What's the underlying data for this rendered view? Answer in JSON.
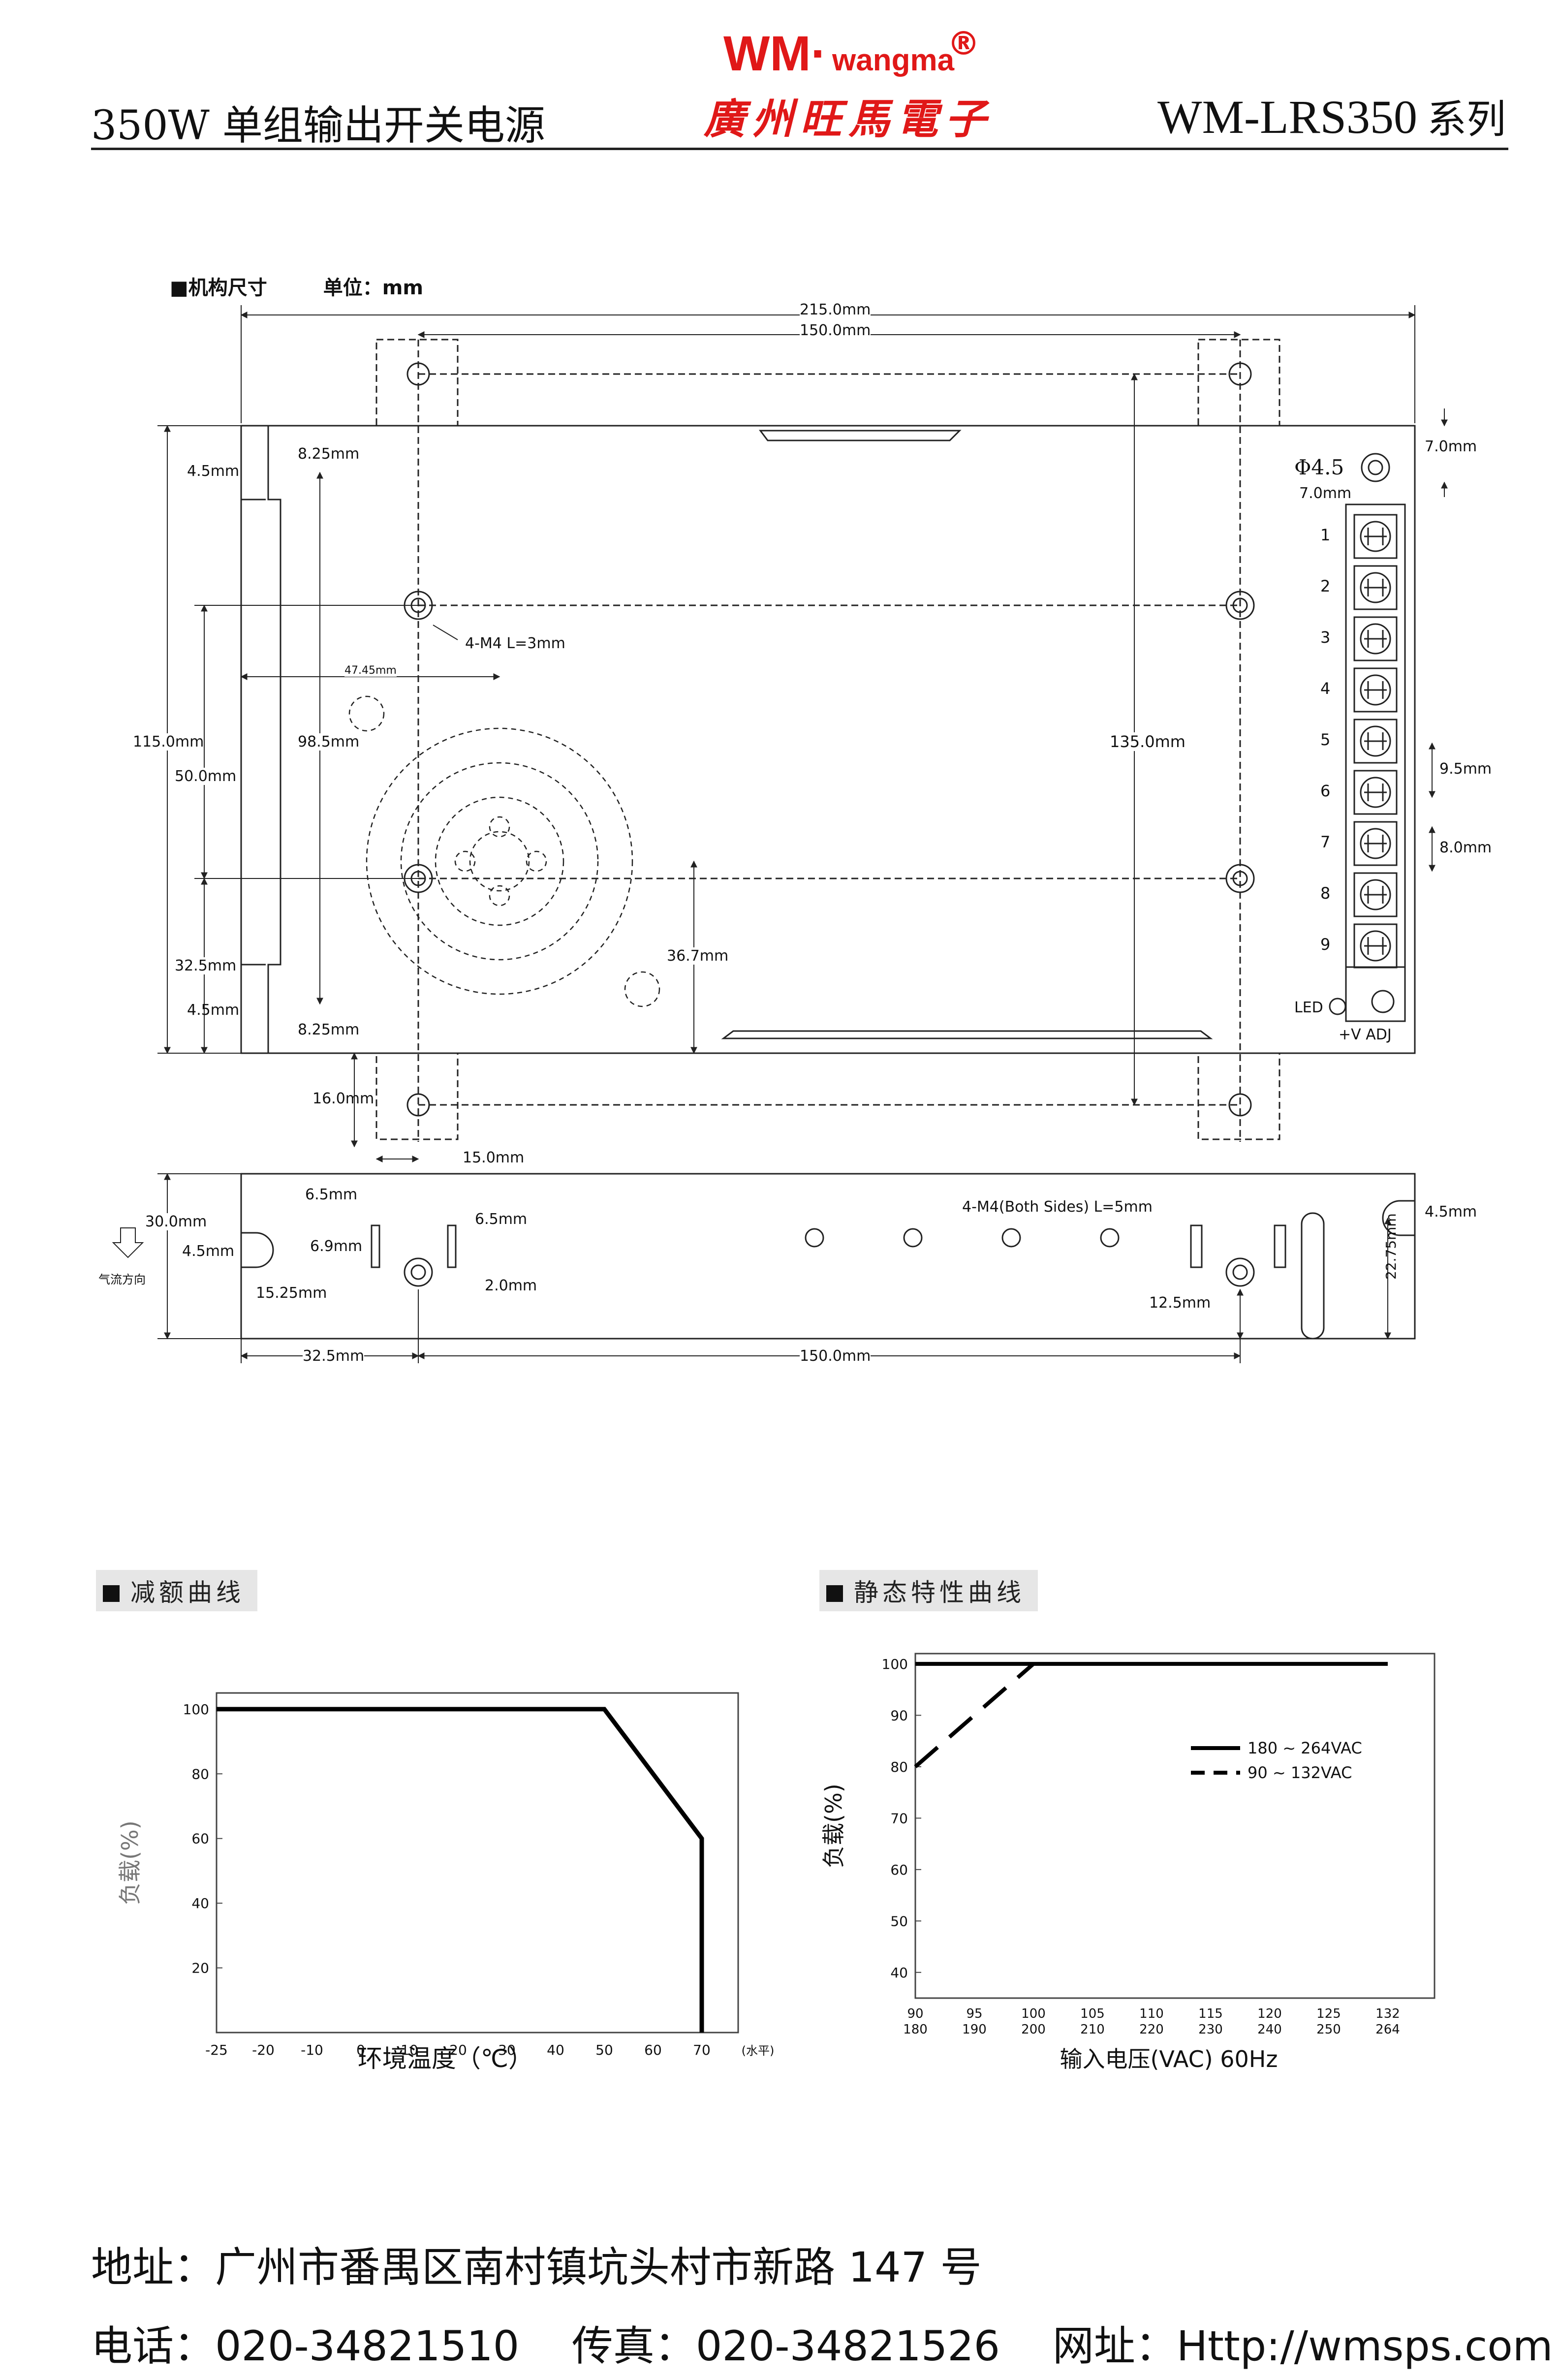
{
  "header": {
    "left_title": "350W 单组输出开关电源",
    "logo_wm": "WM·",
    "logo_sub": "wangma",
    "logo_reg": "®",
    "logo_cn": "廣州旺馬電子",
    "model": "WM-LRS350",
    "model_suffix": "系列"
  },
  "mechanical": {
    "title": "■机构尺寸",
    "unit": "单位：mm",
    "top_view": {
      "dim_215": "215.0mm",
      "dim_150": "150.0mm",
      "dim_8_25_top": "8.25mm",
      "dim_4_5_top": "4.5mm",
      "dim_115": "115.0mm",
      "dim_50": "50.0mm",
      "dim_98_5": "98.5mm",
      "dim_32_5": "32.5mm",
      "dim_4_5_bottom": "4.5mm",
      "dim_8_25_bottom": "8.25mm",
      "dim_47_45": "47.45mm",
      "dim_36_7": "36.7mm",
      "dim_135": "135.0mm",
      "screw_note": "4-M4 L=3mm",
      "phi": "Φ4.5",
      "dim_7_right": "7.0mm",
      "dim_7_inner": "7.0mm",
      "dim_9_5": "9.5mm",
      "dim_8": "8.0mm",
      "dim_16": "16.0mm",
      "dim_15": "15.0mm",
      "terminals": [
        "1",
        "2",
        "3",
        "4",
        "5",
        "6",
        "7",
        "8",
        "9"
      ],
      "led_label": "LED",
      "adj_label": "+V ADJ"
    },
    "side_view": {
      "dim_30": "30.0mm",
      "dim_4_5_left": "4.5mm",
      "dim_15_25": "15.25mm",
      "dim_6_5_a": "6.5mm",
      "dim_6_9": "6.9mm",
      "dim_6_5_b": "6.5mm",
      "dim_2": "2.0mm",
      "screw_note": "4-M4(Both Sides) L=5mm",
      "dim_12_5": "12.5mm",
      "dim_4_5_right": "4.5mm",
      "dim_22_75": "22.75mm",
      "dim_32_5": "32.5mm",
      "dim_150": "150.0mm",
      "airflow": "气流方向"
    }
  },
  "derating": {
    "badge": "减额曲线",
    "chart_data": {
      "type": "line",
      "xlabel": "环境温度（℃）",
      "ylabel": "负载(%)",
      "x_ticks": [
        "-25",
        "-20",
        "-10",
        "0",
        "10",
        "20",
        "30",
        "40",
        "50",
        "60",
        "70"
      ],
      "x_unit": "(水平)",
      "y_ticks": [
        "20",
        "40",
        "60",
        "80",
        "100"
      ],
      "xlim": [
        -25,
        80
      ],
      "ylim": [
        0,
        105
      ],
      "series": [
        {
          "points": [
            [
              -25,
              100
            ],
            [
              50,
              100
            ],
            [
              70,
              60
            ],
            [
              70,
              0
            ]
          ]
        }
      ]
    }
  },
  "static": {
    "badge": "静态特性曲线",
    "chart_data": {
      "type": "line",
      "xlabel": "输入电压(VAC) 60Hz",
      "ylabel": "负载(%)",
      "x_ticks_top": [
        "90",
        "95",
        "100",
        "105",
        "110",
        "115",
        "120",
        "125",
        "132"
      ],
      "x_ticks_bottom": [
        "180",
        "190",
        "200",
        "210",
        "220",
        "230",
        "240",
        "250",
        "264"
      ],
      "y_ticks": [
        "40",
        "50",
        "60",
        "70",
        "80",
        "90",
        "100"
      ],
      "ylim": [
        35,
        102
      ],
      "series": [
        {
          "name": "180 ~ 264VAC",
          "style": "solid",
          "points": [
            [
              180,
              100
            ],
            [
              264,
              100
            ]
          ]
        },
        {
          "name": "90 ~ 132VAC",
          "style": "dashed",
          "points": [
            [
              90,
              80
            ],
            [
              100,
              100
            ]
          ]
        }
      ]
    }
  },
  "footer": {
    "address": "地址：广州市番禺区南村镇坑头村市新路 147 号",
    "phone_label": "电话：",
    "phone": "020-34821510",
    "fax_label": "传真：",
    "fax": "020-34821526",
    "web_label": "网址：",
    "web": "Http://wmsps.com"
  }
}
